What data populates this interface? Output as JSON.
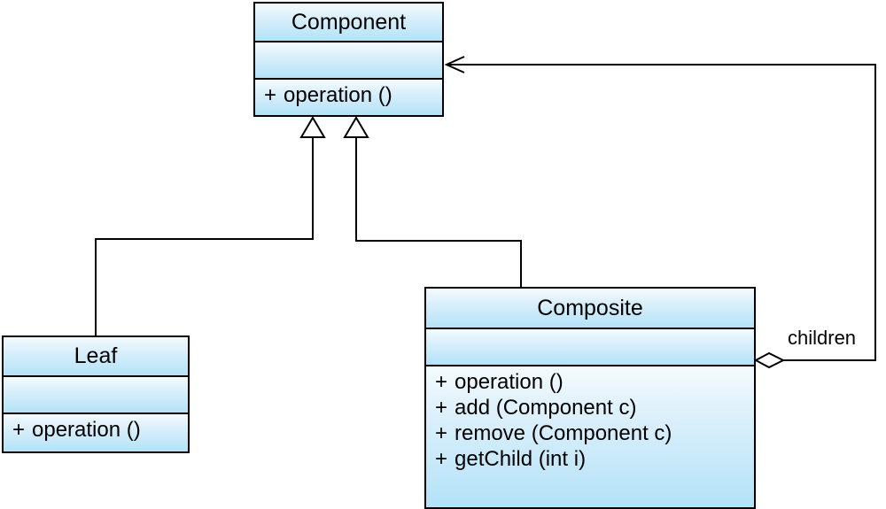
{
  "diagram": {
    "title": "Composite design pattern UML class diagram",
    "type": "uml-class-diagram",
    "background_color": "#ffffff",
    "line_color": "#000000",
    "class_fill_top": "#f4fbfe",
    "class_fill_bottom": "#b3e2f8"
  },
  "classes": [
    {
      "id": "component",
      "name": "Component",
      "attributes": [],
      "operations": [
        {
          "visibility": "+",
          "signature": "operation ()"
        }
      ]
    },
    {
      "id": "leaf",
      "name": "Leaf",
      "attributes": [],
      "operations": [
        {
          "visibility": "+",
          "signature": "operation ()"
        }
      ]
    },
    {
      "id": "composite",
      "name": "Composite",
      "attributes": [],
      "operations": [
        {
          "visibility": "+",
          "signature": "operation ()"
        },
        {
          "visibility": "+",
          "signature": "add (Component c)"
        },
        {
          "visibility": "+",
          "signature": "remove (Component c)"
        },
        {
          "visibility": "+",
          "signature": "getChild (int i)"
        }
      ]
    }
  ],
  "relationships": [
    {
      "id": "leaf-generalization",
      "type": "generalization",
      "from": "leaf",
      "to": "component",
      "marker": "hollow-triangle",
      "label": ""
    },
    {
      "id": "composite-generalization",
      "type": "generalization",
      "from": "composite",
      "to": "component",
      "marker": "hollow-triangle",
      "label": ""
    },
    {
      "id": "composite-children-aggregation",
      "type": "aggregation",
      "from": "composite",
      "to": "component",
      "marker": "hollow-diamond",
      "label": "children"
    }
  ]
}
